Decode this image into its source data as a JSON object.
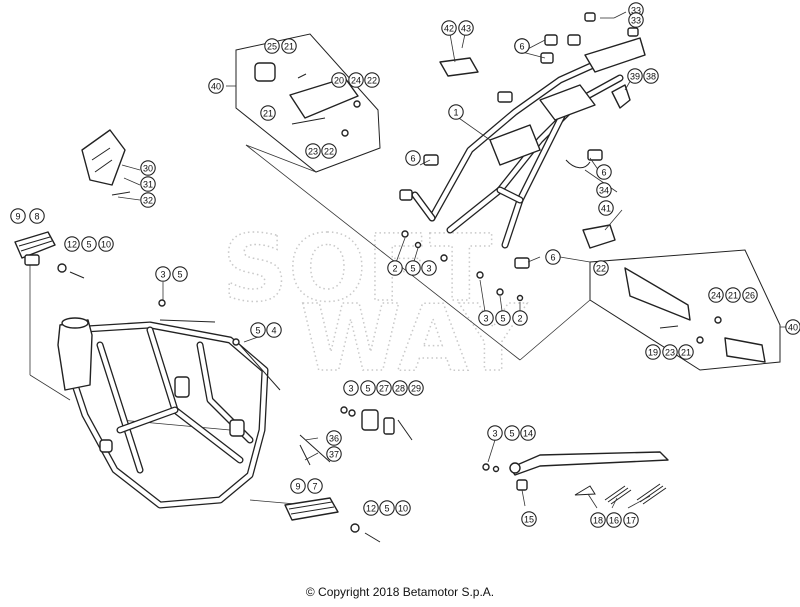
{
  "watermark": [
    "SOFT",
    "WAY"
  ],
  "copyright": "© Copyright 2018 Betamotor S.p.A.",
  "callouts": [
    {
      "label": "33"
    },
    {
      "label": "33"
    },
    {
      "label": "42"
    },
    {
      "label": "43"
    },
    {
      "label": "6"
    },
    {
      "label": "6"
    },
    {
      "label": "39"
    },
    {
      "label": "38"
    },
    {
      "label": "1"
    },
    {
      "label": "6"
    },
    {
      "label": "6"
    },
    {
      "label": "34"
    },
    {
      "label": "41"
    },
    {
      "label": "6"
    },
    {
      "label": "2"
    },
    {
      "label": "5"
    },
    {
      "label": "3"
    },
    {
      "label": "3"
    },
    {
      "label": "5"
    },
    {
      "label": "2"
    },
    {
      "label": "25"
    },
    {
      "label": "21"
    },
    {
      "label": "40"
    },
    {
      "label": "20"
    },
    {
      "label": "24"
    },
    {
      "label": "22"
    },
    {
      "label": "21"
    },
    {
      "label": "23"
    },
    {
      "label": "22"
    },
    {
      "label": "30"
    },
    {
      "label": "31"
    },
    {
      "label": "32"
    },
    {
      "label": "9"
    },
    {
      "label": "8"
    },
    {
      "label": "12"
    },
    {
      "label": "5"
    },
    {
      "label": "10"
    },
    {
      "label": "3"
    },
    {
      "label": "5"
    },
    {
      "label": "5"
    },
    {
      "label": "4"
    },
    {
      "label": "3"
    },
    {
      "label": "5"
    },
    {
      "label": "27"
    },
    {
      "label": "28"
    },
    {
      "label": "29"
    },
    {
      "label": "36"
    },
    {
      "label": "37"
    },
    {
      "label": "9"
    },
    {
      "label": "7"
    },
    {
      "label": "12"
    },
    {
      "label": "5"
    },
    {
      "label": "10"
    },
    {
      "label": "3"
    },
    {
      "label": "5"
    },
    {
      "label": "14"
    },
    {
      "label": "15"
    },
    {
      "label": "18"
    },
    {
      "label": "16"
    },
    {
      "label": "17"
    },
    {
      "label": "22"
    },
    {
      "label": "24"
    },
    {
      "label": "21"
    },
    {
      "label": "26"
    },
    {
      "label": "19"
    },
    {
      "label": "23"
    },
    {
      "label": "21"
    },
    {
      "label": "40"
    }
  ]
}
